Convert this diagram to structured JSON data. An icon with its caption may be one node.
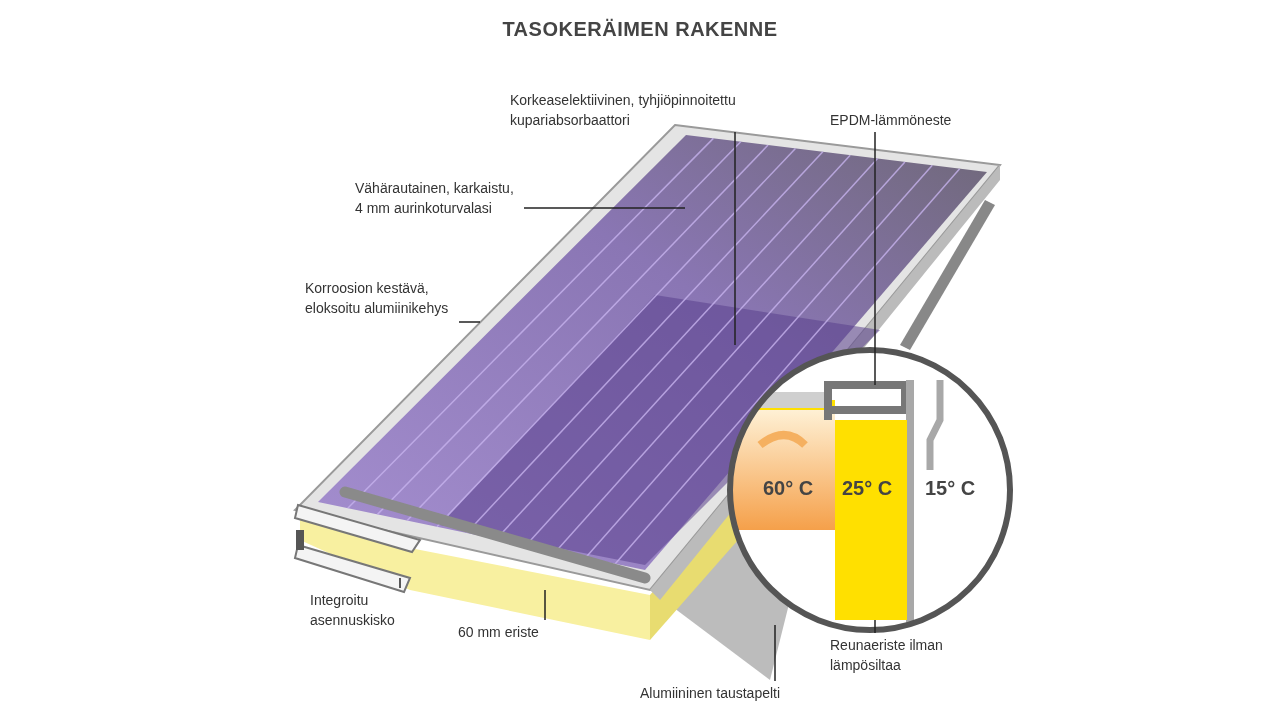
{
  "diagram": {
    "title": "TASOKERÄIMEN RAKENNE",
    "nodes": [
      {
        "text": [
          "Korkeaselektiivinen, tyhjiöpinnoitettu kupariabsorbaattori"
        ]
      },
      {
        "text": [
          "EPDM-lämmöneste"
        ]
      },
      {
        "text": [
          "Vähärautainen, karkaistu, 4 mm aurinkoturvalasi"
        ]
      },
      {
        "text": [
          "Korroosion kestävä, eloksoitu alumiinikehys"
        ]
      },
      {
        "text": [
          "Integroitu asennuskisko"
        ]
      },
      {
        "text": [
          "60 mm eriste"
        ]
      },
      {
        "text": [
          "Alumiininen taustapelti"
        ]
      },
      {
        "text": [
          "Reunaeriste ilman lämpösiltaa"
        ]
      },
      {
        "text": [],
        "shape": "box"
      }
    ],
    "edges": [
      {
        "from": 0,
        "to": null,
        "arrow": "none"
      },
      {
        "from": 1,
        "to": null,
        "arrow": "none"
      },
      {
        "from": 2,
        "to": null,
        "arrow": "none"
      },
      {
        "from": 3,
        "to": null,
        "arrow": "none"
      },
      {
        "from": 4,
        "to": null,
        "arrow": "none"
      },
      {
        "from": 5,
        "to": null,
        "arrow": "none"
      },
      {
        "from": 6,
        "to": null,
        "arrow": "none"
      },
      {
        "from": 7,
        "to": 8,
        "arrow": "none"
      }
    ],
    "labels": [
      "60° C",
      "25° C",
      "15° C"
    ]
  }
}
